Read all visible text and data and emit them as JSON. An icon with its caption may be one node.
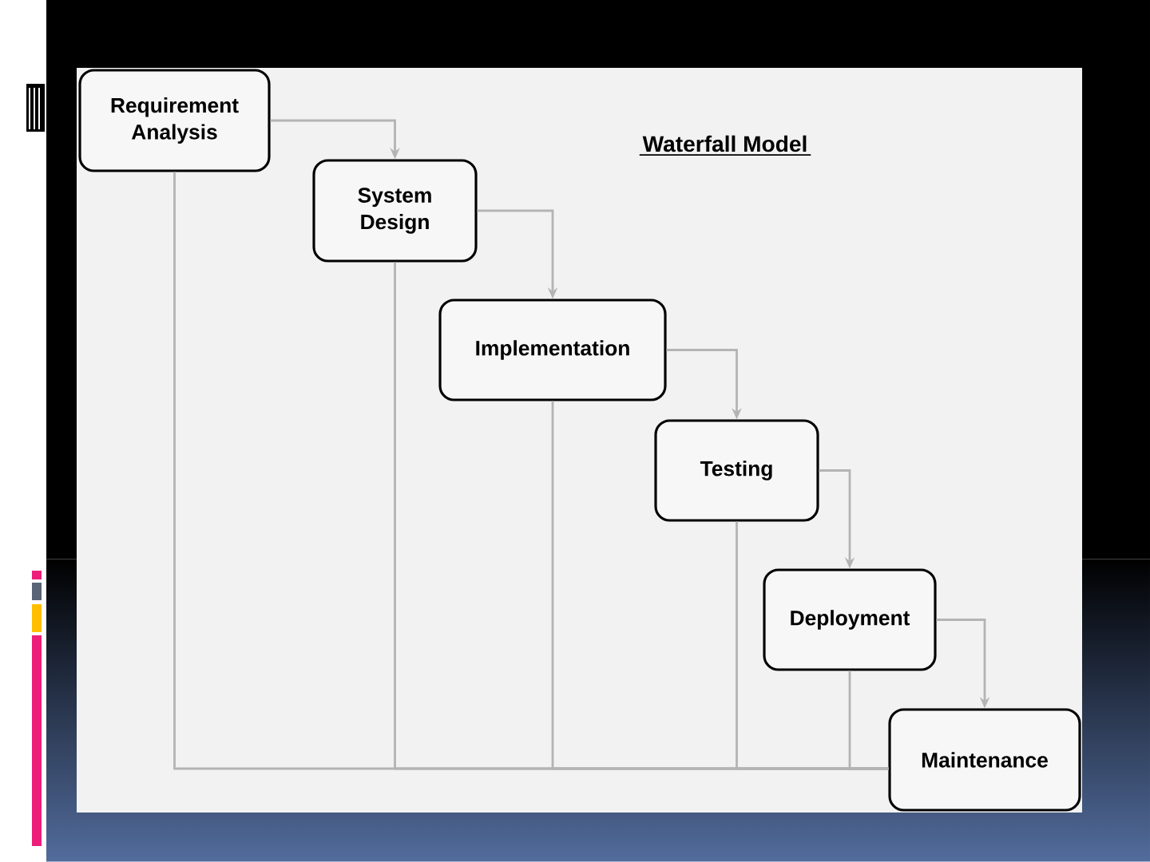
{
  "diagram": {
    "title": "Waterfall Model",
    "nodes": [
      {
        "text": [
          "Requirement Analysis"
        ]
      },
      {
        "text": [
          "System Design"
        ]
      },
      {
        "text": [
          "Implementation"
        ]
      },
      {
        "text": [
          "Testing"
        ]
      },
      {
        "text": [
          "Deployment"
        ]
      },
      {
        "text": [
          "Maintenance"
        ]
      }
    ],
    "edges": [
      {
        "from": 0,
        "to": 1,
        "arrow": "to"
      },
      {
        "from": 1,
        "to": 2,
        "arrow": "to"
      },
      {
        "from": 2,
        "to": 3,
        "arrow": "to"
      },
      {
        "from": 3,
        "to": 4,
        "arrow": "to"
      },
      {
        "from": 4,
        "to": 5,
        "arrow": "to"
      },
      {
        "from": 0,
        "to": 5,
        "arrow": "none"
      },
      {
        "from": 1,
        "to": 5,
        "arrow": "none"
      },
      {
        "from": 2,
        "to": 5,
        "arrow": "none"
      },
      {
        "from": 3,
        "to": 5,
        "arrow": "none"
      },
      {
        "from": 4,
        "to": 5,
        "arrow": "none"
      }
    ]
  }
}
